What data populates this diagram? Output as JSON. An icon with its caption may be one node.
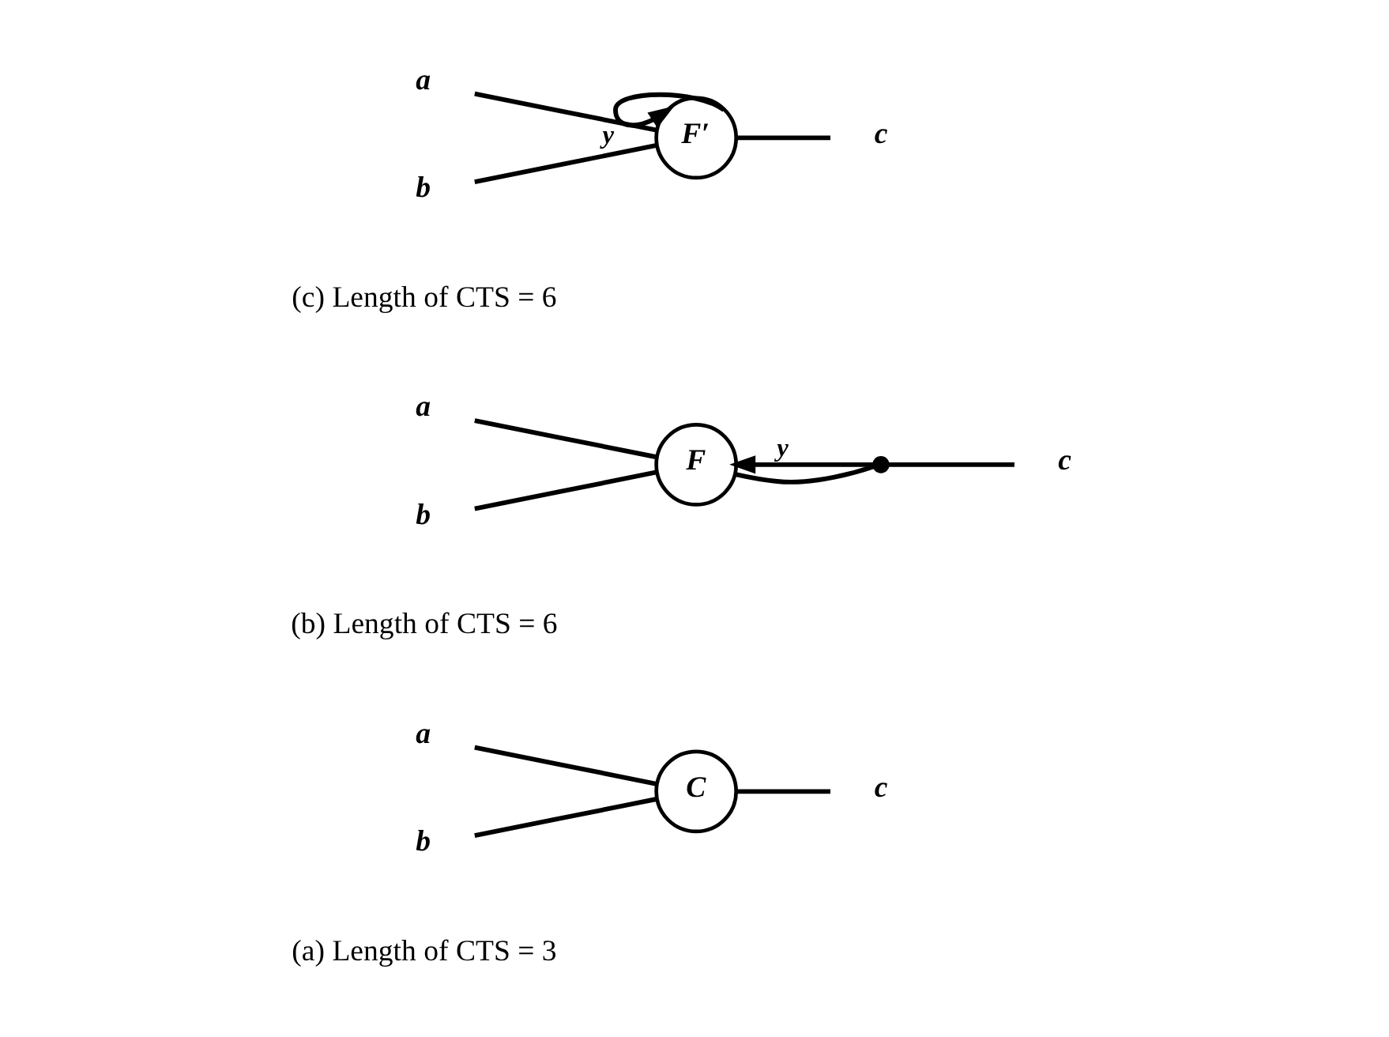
{
  "diagram": {
    "nodes": [
      {
        "text": [
          "a"
        ]
      },
      {
        "text": [
          "b"
        ]
      },
      {
        "text": [
          "C"
        ]
      },
      {
        "text": [
          "c"
        ]
      },
      {
        "text": [
          "a"
        ]
      },
      {
        "text": [
          "b"
        ]
      },
      {
        "text": [
          "F"
        ]
      },
      {
        "text": [],
        "shape": "dot"
      },
      {
        "text": [
          "c"
        ]
      },
      {
        "text": [
          "a"
        ]
      },
      {
        "text": [
          "b"
        ]
      },
      {
        "text": [
          "F′"
        ]
      },
      {
        "text": [
          "c"
        ]
      }
    ],
    "edges": [
      {
        "from": 0,
        "to": 2,
        "arrow": "none"
      },
      {
        "from": 1,
        "to": 2,
        "arrow": "none"
      },
      {
        "from": 2,
        "to": 3,
        "arrow": "none"
      },
      {
        "from": 4,
        "to": 6,
        "arrow": "none"
      },
      {
        "from": 5,
        "to": 6,
        "arrow": "none"
      },
      {
        "from": 6,
        "to": 7,
        "arrow": "none"
      },
      {
        "from": 7,
        "to": 8,
        "arrow": "none"
      },
      {
        "from": 7,
        "to": 6,
        "arrow": "to",
        "label": "y"
      },
      {
        "from": 9,
        "to": 11,
        "arrow": "none"
      },
      {
        "from": 10,
        "to": 11,
        "arrow": "none"
      },
      {
        "from": 11,
        "to": 12,
        "arrow": "none"
      },
      {
        "from": 11,
        "to": 11,
        "arrow": "to",
        "label": "y"
      }
    ],
    "labels": [
      "(a) Length of CTS = 3",
      "(b) Length of CTS = 6",
      "(c) Length of CTS = 6"
    ]
  }
}
